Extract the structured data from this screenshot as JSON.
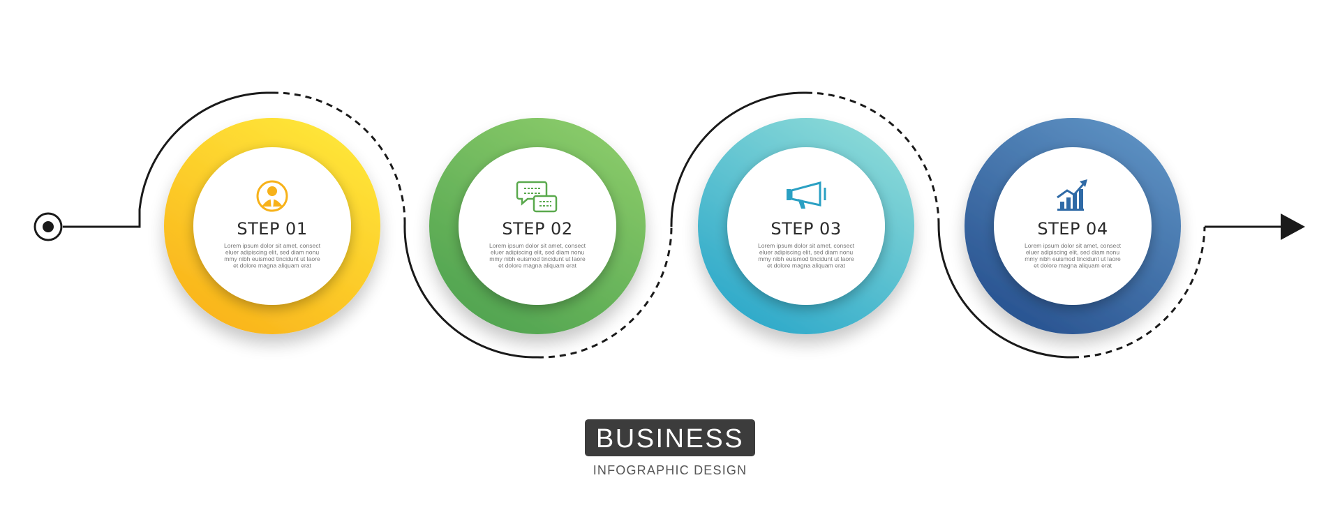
{
  "steps": [
    {
      "title": "STEP 01",
      "icon": "businessman-icon",
      "color_light": "#ffe83a",
      "color_dark": "#f9b21a",
      "icon_color": "#f7b21a",
      "body": [
        "Lorem ipsum dolor sit amet, consect",
        "eluer adipiscing elit, sed diam nonu",
        "mmy nibh euismod tincidunt ut laore",
        "et dolore magna aliquam erat"
      ]
    },
    {
      "title": "STEP 02",
      "icon": "chat-bubbles-icon",
      "color_light": "#8ccc6a",
      "color_dark": "#4ea24f",
      "icon_color": "#5aa94d",
      "body": [
        "Lorem ipsum dolor sit amet, consect",
        "eluer adipiscing elit, sed diam nonu",
        "mmy nibh euismod tincidunt ut laore",
        "et dolore magna aliquam erat"
      ]
    },
    {
      "title": "STEP 03",
      "icon": "megaphone-icon",
      "color_light": "#8edbd8",
      "color_dark": "#2aa7c9",
      "icon_color": "#2aa0c3",
      "body": [
        "Lorem ipsum dolor sit amet, consect",
        "eluer adipiscing elit, sed diam nonu",
        "mmy nibh euismod tincidunt ut laore",
        "et dolore magna aliquam erat"
      ]
    },
    {
      "title": "STEP 04",
      "icon": "growth-chart-icon",
      "color_light": "#5f93c4",
      "color_dark": "#26508e",
      "icon_color": "#2f6aa6",
      "body": [
        "Lorem ipsum dolor sit amet, consect",
        "eluer adipiscing elit, sed diam nonu",
        "mmy nibh euismod tincidunt ut laore",
        "et dolore magna aliquam erat"
      ]
    }
  ],
  "badge": {
    "title": "BUSINESS",
    "subtitle": "INFOGRAPHIC DESIGN"
  },
  "path_color": "#1a1a1a"
}
